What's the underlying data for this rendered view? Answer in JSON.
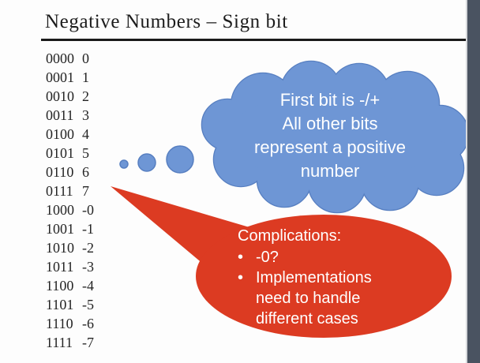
{
  "slide": {
    "title": "Negative Numbers – Sign bit"
  },
  "number_table": {
    "rows": [
      {
        "binary": "0000",
        "value": "0"
      },
      {
        "binary": "0001",
        "value": "1"
      },
      {
        "binary": "0010",
        "value": "2"
      },
      {
        "binary": "0011",
        "value": "3"
      },
      {
        "binary": "0100",
        "value": "4"
      },
      {
        "binary": "0101",
        "value": "5"
      },
      {
        "binary": "0110",
        "value": "6"
      },
      {
        "binary": "0111",
        "value": "7"
      },
      {
        "binary": "1000",
        "value": "-0"
      },
      {
        "binary": "1001",
        "value": "-1"
      },
      {
        "binary": "1010",
        "value": "-2"
      },
      {
        "binary": "1011",
        "value": "-3"
      },
      {
        "binary": "1100",
        "value": "-4"
      },
      {
        "binary": "1101",
        "value": "-5"
      },
      {
        "binary": "1110",
        "value": "-6"
      },
      {
        "binary": "1111",
        "value": "-7"
      }
    ]
  },
  "cloud_callout": {
    "lines": [
      "First bit is -/+",
      "All other bits",
      "represent a positive",
      "number"
    ],
    "fill_color": "#6e96d5",
    "outline_color": "#577fc1",
    "text_color": "#ffffff"
  },
  "red_callout": {
    "heading": "Complications:",
    "bullet_glyph": "•",
    "bullets": [
      "-0?",
      "Implementations need to handle different cases"
    ],
    "fill_color": "#dc3b22",
    "text_color": "#ffffff"
  },
  "chrome": {
    "right_bar_color": "#4a5361"
  }
}
